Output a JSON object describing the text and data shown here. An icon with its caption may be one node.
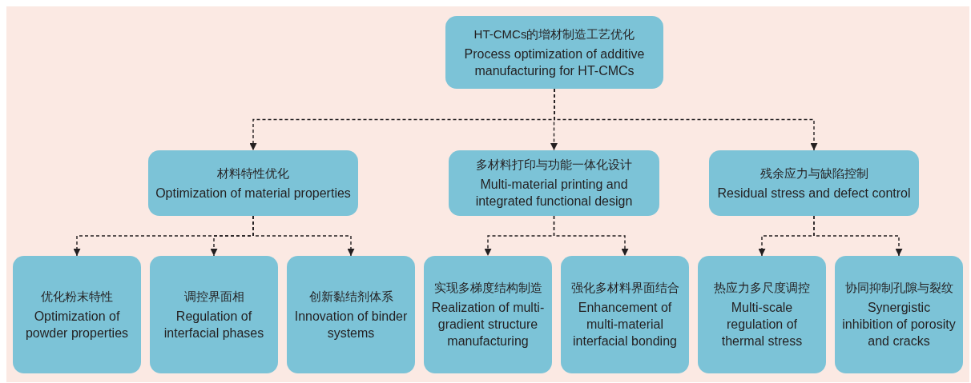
{
  "diagram": {
    "nodes": [
      {
        "text": [
          "HT-CMCs的增材制造工艺优化",
          "Process optimization of additive manufacturing for HT-CMCs"
        ]
      },
      {
        "text": [
          "材料特性优化",
          "Optimization of material properties"
        ]
      },
      {
        "text": [
          "多材料打印与功能一体化设计",
          "Multi-material printing and integrated functional design"
        ]
      },
      {
        "text": [
          "残余应力与缺陷控制",
          "Residual stress and defect control"
        ]
      },
      {
        "text": [
          "优化粉末特性",
          "Optimization of powder properties"
        ]
      },
      {
        "text": [
          "调控界面相",
          "Regulation of interfacial phases"
        ]
      },
      {
        "text": [
          "创新黏结剂体系",
          "Innovation of binder systems"
        ]
      },
      {
        "text": [
          "实现多梯度结构制造",
          "Realization of multi-gradient structure manufacturing"
        ]
      },
      {
        "text": [
          "强化多材料界面结合",
          "Enhancement of multi-material interfacial bonding"
        ]
      },
      {
        "text": [
          "热应力多尺度调控",
          "Multi-scale regulation of thermal stress"
        ]
      },
      {
        "text": [
          "协同抑制孔隙与裂纹",
          "Synergistic inhibition of porosity and cracks"
        ]
      }
    ],
    "edges": [
      {
        "from": 0,
        "to": 1,
        "arrow": "to",
        "style": "dashed"
      },
      {
        "from": 0,
        "to": 2,
        "arrow": "to",
        "style": "dashed"
      },
      {
        "from": 0,
        "to": 3,
        "arrow": "to",
        "style": "dashed"
      },
      {
        "from": 1,
        "to": 4,
        "arrow": "to",
        "style": "dashed"
      },
      {
        "from": 1,
        "to": 5,
        "arrow": "to",
        "style": "dashed"
      },
      {
        "from": 1,
        "to": 6,
        "arrow": "to",
        "style": "dashed"
      },
      {
        "from": 2,
        "to": 7,
        "arrow": "to",
        "style": "dashed"
      },
      {
        "from": 2,
        "to": 8,
        "arrow": "to",
        "style": "dashed"
      },
      {
        "from": 3,
        "to": 9,
        "arrow": "to",
        "style": "dashed"
      },
      {
        "from": 3,
        "to": 10,
        "arrow": "to",
        "style": "dashed"
      }
    ]
  }
}
